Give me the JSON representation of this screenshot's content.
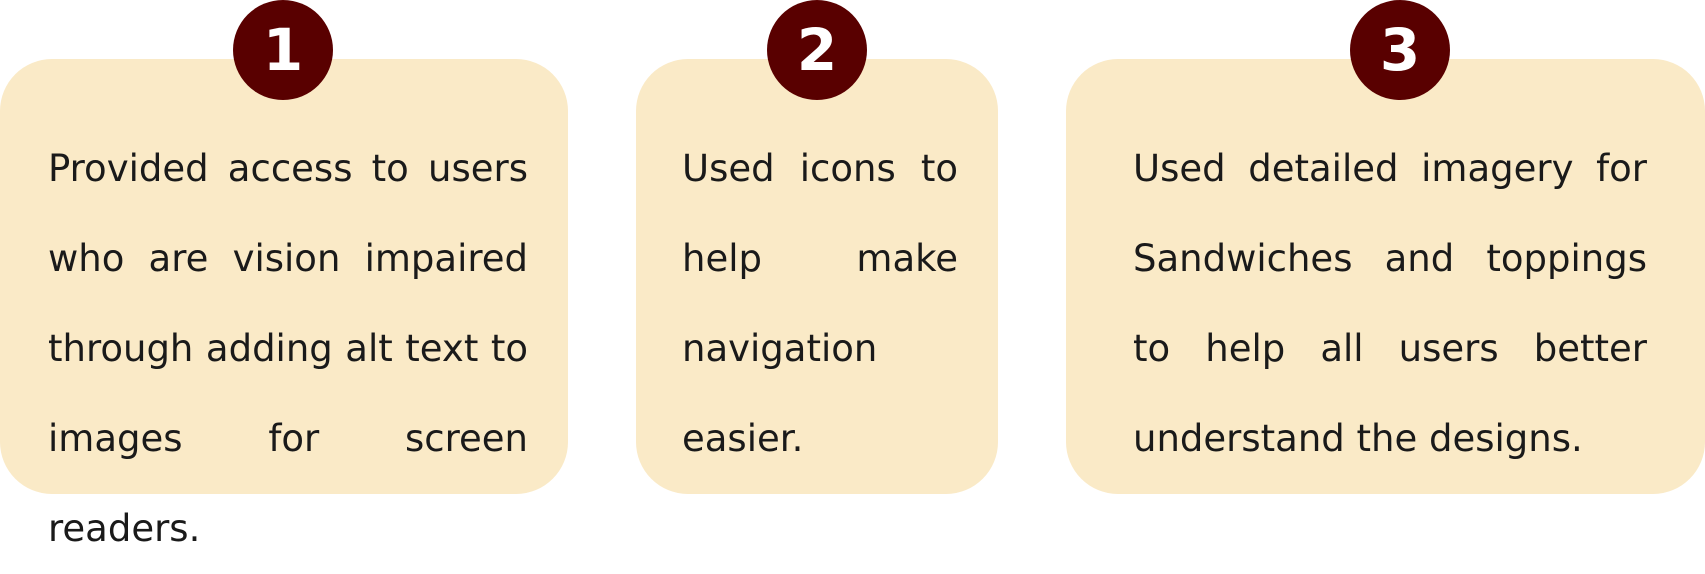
{
  "steps": [
    {
      "number": "1",
      "text": "Provided access to users who are vision impaired through adding alt text to images for screen readers."
    },
    {
      "number": "2",
      "text": "Used icons to help make navigation easier."
    },
    {
      "number": "3",
      "text": "Used detailed imagery for Sandwiches and toppings to help all users better understand the designs."
    }
  ],
  "colors": {
    "card_background": "#faeac7",
    "badge_background": "#590000",
    "badge_text": "#ffffff",
    "body_text": "#1a1a1a"
  }
}
